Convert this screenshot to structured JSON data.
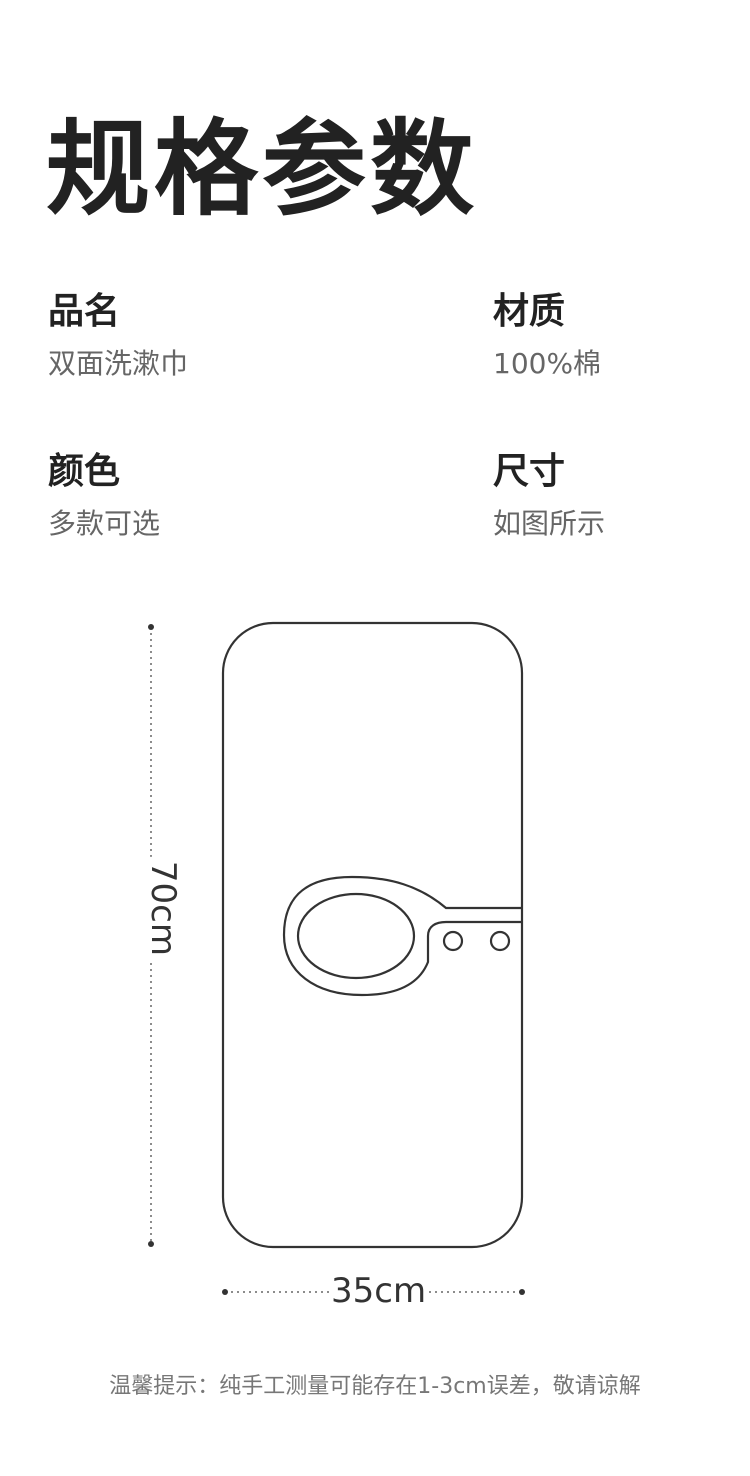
{
  "title": "规格参数",
  "specs": {
    "name": {
      "label": "品名",
      "value": "双面洗漱巾"
    },
    "material": {
      "label": "材质",
      "value": "100%棉"
    },
    "color": {
      "label": "颜色",
      "value": "多款可选"
    },
    "size": {
      "label": "尺寸",
      "value": "如图所示"
    }
  },
  "diagram": {
    "height_label": "70cm",
    "width_label": "35cm"
  },
  "note": "温馨提示：纯手工测量可能存在1-3cm误差，敬请谅解"
}
